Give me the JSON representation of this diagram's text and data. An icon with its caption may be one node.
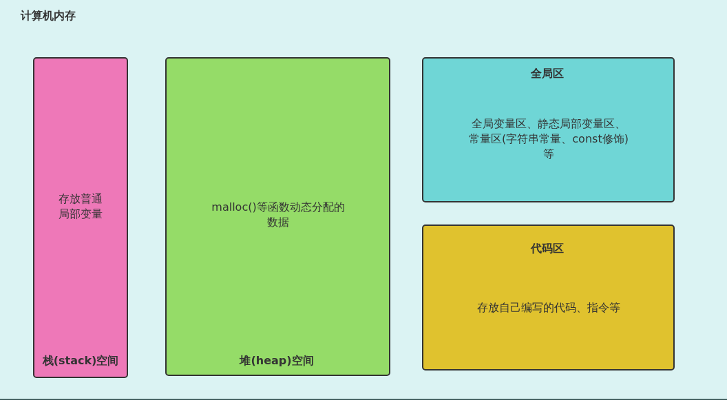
{
  "diagram": {
    "nodes": [
      {
        "text": [
          "计算机内存"
        ]
      },
      {
        "text": [
          "存放普通局部变量",
          "栈(stack)空间"
        ],
        "in": 0
      },
      {
        "text": [
          "malloc()等函数动态分配的数据",
          "堆(heap)空间"
        ],
        "in": 0
      },
      {
        "text": [
          "全局区",
          "全局变量区、静态局部变量区、常量区(字符串常量、const修饰)等"
        ],
        "in": 0
      },
      {
        "text": [
          "代码区",
          "存放自己编写的代码、指令等"
        ],
        "in": 0
      }
    ]
  }
}
